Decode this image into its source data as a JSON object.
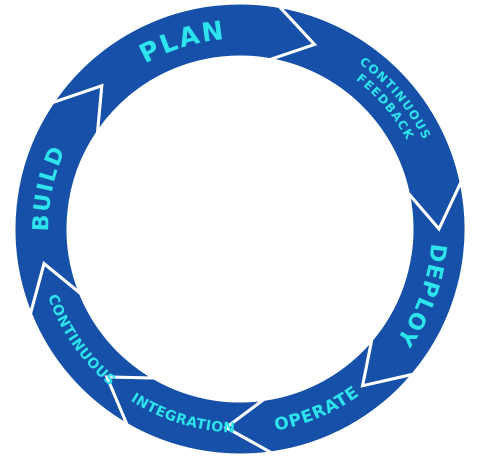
{
  "diagram": {
    "type": "cycle",
    "colors": {
      "segment": "#1650a8",
      "outline": "#ffffff",
      "text": "#2de3ec",
      "background": "#ffffff"
    },
    "segments": [
      {
        "id": "plan",
        "lines": [
          "PLAN"
        ]
      },
      {
        "id": "continuous-feedback",
        "lines": [
          "CONTINUOUS",
          "FEEDBACK"
        ]
      },
      {
        "id": "deploy",
        "lines": [
          "DEPLOY"
        ]
      },
      {
        "id": "operate",
        "lines": [
          "OPERATE"
        ]
      },
      {
        "id": "integration",
        "lines": [
          "INTEGRATION"
        ]
      },
      {
        "id": "continuous",
        "lines": [
          "CONTINUOUS"
        ]
      },
      {
        "id": "build",
        "lines": [
          "BUILD"
        ]
      }
    ]
  }
}
